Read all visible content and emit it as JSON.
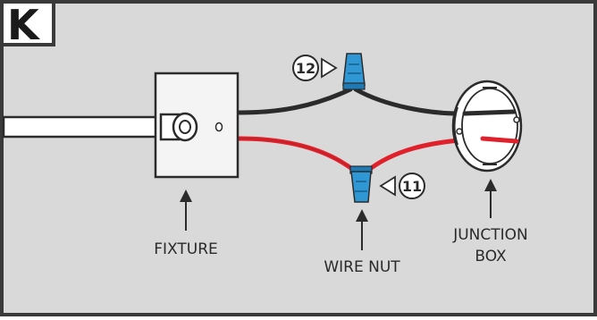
{
  "panel": {
    "letter": "K"
  },
  "labels": {
    "fixture": "FIXTURE",
    "wire_nut": "WIRE NUT",
    "junction_box_line1": "JUNCTION",
    "junction_box_line2": "BOX"
  },
  "callouts": {
    "step_upper": "12",
    "step_lower": "11"
  },
  "colors": {
    "background": "#d9d9d9",
    "border": "#3a3a3a",
    "black_wire": "#2b2b2b",
    "red_wire": "#e0202a",
    "wire_nut": "#2f97d4",
    "fixture_plate": "#f4f4f4"
  }
}
